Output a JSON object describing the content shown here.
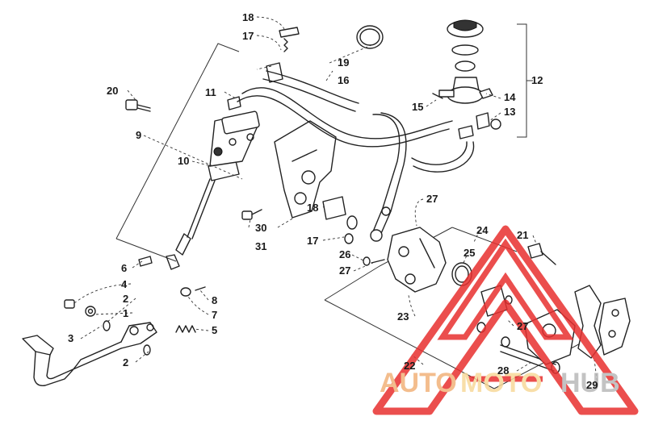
{
  "diagram": {
    "callouts": {
      "c1": "1",
      "c2a": "2",
      "c2b": "2",
      "c3": "3",
      "c4": "4",
      "c5": "5",
      "c6": "6",
      "c7": "7",
      "c8": "8",
      "c9": "9",
      "c10": "10",
      "c11": "11",
      "c12": "12",
      "c13": "13",
      "c14": "14",
      "c15": "15",
      "c16": "16",
      "c17a": "17",
      "c17b": "17",
      "c18a": "18",
      "c18b": "18",
      "c19": "19",
      "c20": "20",
      "c21": "21",
      "c22": "22",
      "c23": "23",
      "c24": "24",
      "c25": "25",
      "c26": "26",
      "c27a": "27",
      "c27b": "27",
      "c27c": "27",
      "c28": "28",
      "c29": "29",
      "c30": "30",
      "c31": "31"
    }
  },
  "watermark": {
    "part_auto": "AUTO",
    "part_moto": "MOTO",
    "part_hub": "HUB",
    "color_auto": "#f2b27a",
    "color_moto": "#f7d99a",
    "color_hub": "#b9b9b9",
    "triangle_color": "#e8302f"
  }
}
